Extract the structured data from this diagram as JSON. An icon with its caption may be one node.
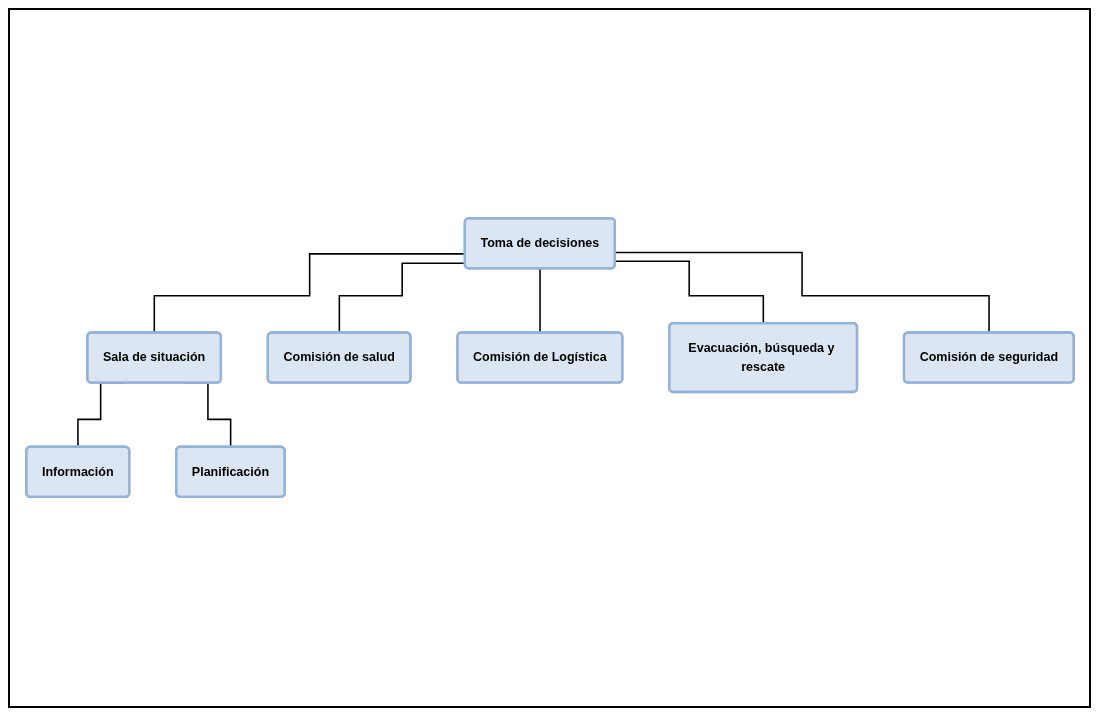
{
  "diagram": {
    "nodes": [
      {
        "text": [
          "Toma de decisiones"
        ]
      },
      {
        "text": [
          "Sala de situación"
        ]
      },
      {
        "text": [
          "Información"
        ]
      },
      {
        "text": [
          "Planificación"
        ]
      },
      {
        "text": [
          "Comisión de salud"
        ]
      },
      {
        "text": [
          "Comisión de Logística"
        ]
      },
      {
        "text": [
          "Evacuación, búsqueda y rescate"
        ]
      },
      {
        "text": [
          "Comisión de seguridad"
        ]
      }
    ],
    "edges": [
      {
        "from": 0,
        "to": 1,
        "arrow": "none"
      },
      {
        "from": 1,
        "to": 2,
        "arrow": "none"
      },
      {
        "from": 1,
        "to": 3,
        "arrow": "none"
      },
      {
        "from": 0,
        "to": 4,
        "arrow": "none"
      },
      {
        "from": 0,
        "to": 5,
        "arrow": "none"
      },
      {
        "from": 0,
        "to": 6,
        "arrow": "none"
      },
      {
        "from": 0,
        "to": 7,
        "arrow": "none"
      }
    ]
  }
}
